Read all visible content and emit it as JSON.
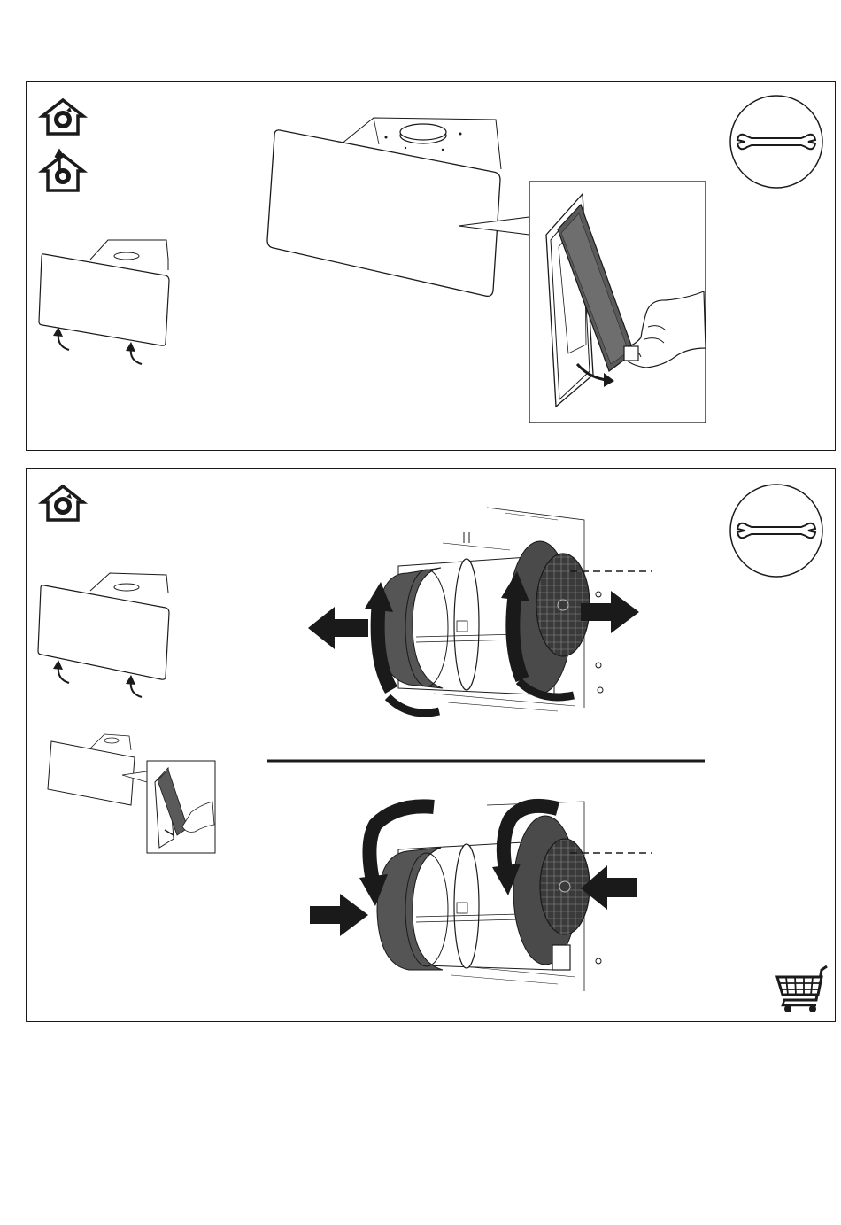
{
  "page": {
    "icons": {
      "recirculation": "recirculation-house-icon",
      "extraction": "extraction-house-icon",
      "tool": "wrench-icon",
      "accessory": "shopping-cart-icon"
    },
    "colors": {
      "line": "#1a1a1a",
      "filter_fill": "#555555",
      "filter_dark": "#6a6a6a",
      "arrow": "#1a1a1a"
    }
  },
  "panel1": {
    "steps": [
      "remove-hood-panel",
      "remove-grease-filter"
    ]
  },
  "panel2": {
    "steps": [
      "remove-carbon-filters",
      "install-carbon-filters"
    ]
  }
}
